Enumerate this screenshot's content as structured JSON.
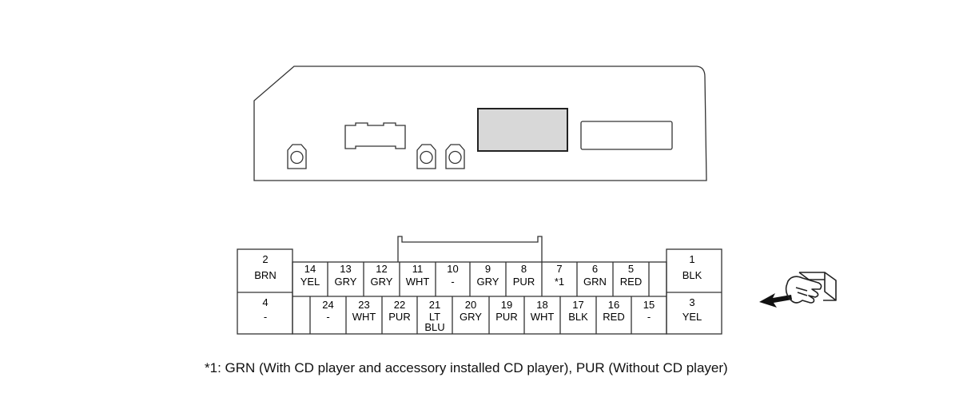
{
  "connector": {
    "wide_pins": [
      {
        "num": "2",
        "color": "BRN"
      },
      {
        "num": "1",
        "color": "BLK"
      },
      {
        "num": "4",
        "color": "-"
      },
      {
        "num": "3",
        "color": "YEL"
      }
    ],
    "top_row": [
      {
        "num": "14",
        "color": "YEL"
      },
      {
        "num": "13",
        "color": "GRY"
      },
      {
        "num": "12",
        "color": "GRY"
      },
      {
        "num": "11",
        "color": "WHT"
      },
      {
        "num": "10",
        "color": "-"
      },
      {
        "num": "9",
        "color": "GRY"
      },
      {
        "num": "8",
        "color": "PUR"
      },
      {
        "num": "7",
        "color": "*1"
      },
      {
        "num": "6",
        "color": "GRN"
      },
      {
        "num": "5",
        "color": "RED"
      }
    ],
    "bottom_row": [
      {
        "num": "24",
        "color": "-"
      },
      {
        "num": "23",
        "color": "WHT"
      },
      {
        "num": "22",
        "color": "PUR"
      },
      {
        "num": "21",
        "color": "LT",
        "color2": "BLU"
      },
      {
        "num": "20",
        "color": "GRY"
      },
      {
        "num": "19",
        "color": "PUR"
      },
      {
        "num": "18",
        "color": "WHT"
      },
      {
        "num": "17",
        "color": "BLK"
      },
      {
        "num": "16",
        "color": "RED"
      },
      {
        "num": "15",
        "color": "-"
      }
    ]
  },
  "footnote": "*1: GRN (With CD player and accessory installed CD player), PUR (Without CD player)",
  "colors": {
    "line": "#333333",
    "display_fill": "#d8d8d8",
    "display_stroke": "#222222"
  },
  "icons": {
    "hand": "front-view-hand-icon",
    "arrow": "arrow-icon"
  }
}
